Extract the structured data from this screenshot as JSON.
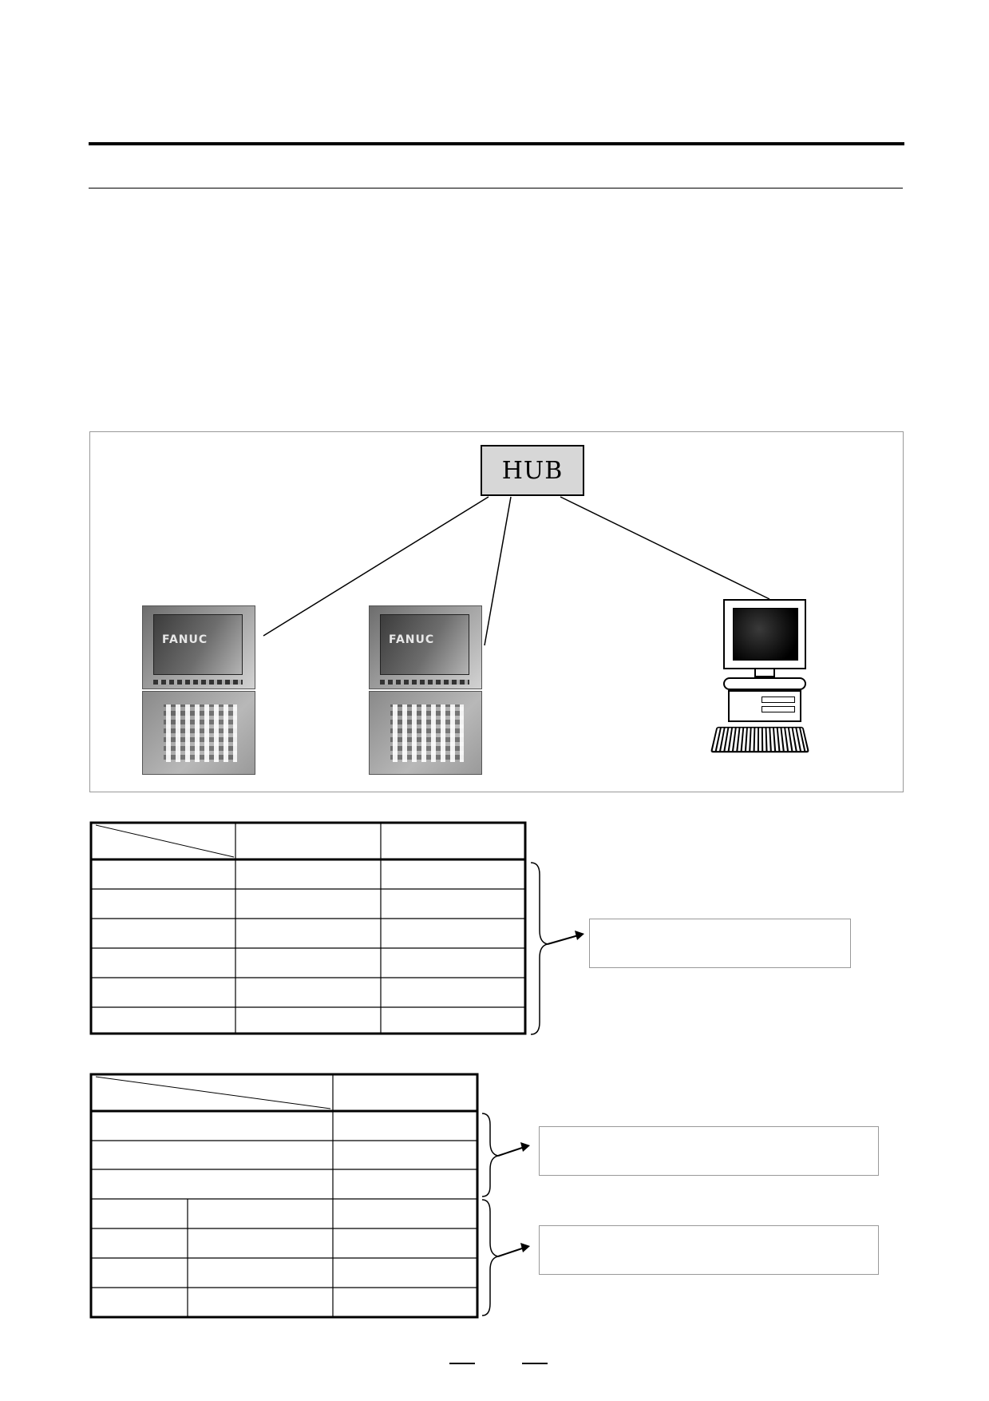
{
  "diagram": {
    "hub_label": "HUB",
    "cnc_brand_left": "FANUC",
    "cnc_brand_right": "FANUC"
  },
  "table1": {
    "columns": 3,
    "rows": 6
  },
  "table2": {
    "columns": 2,
    "rows": 7
  },
  "colors": {
    "hub_fill": "#d7d7d7",
    "frame_border": "#999999"
  }
}
